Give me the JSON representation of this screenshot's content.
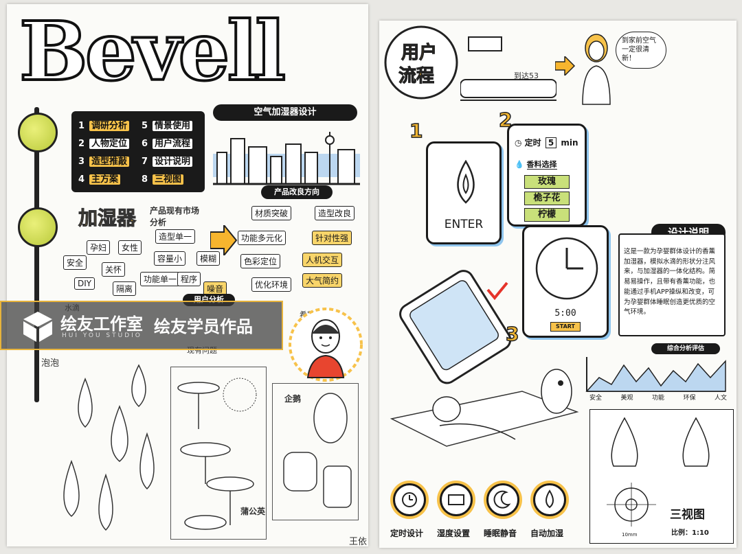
{
  "left_page": {
    "logo": "Bevell",
    "subtitle": "空气加湿器设计",
    "toc": [
      {
        "num": "1",
        "label": "调研分析"
      },
      {
        "num": "2",
        "label": "人物定位"
      },
      {
        "num": "3",
        "label": "造型推敲"
      },
      {
        "num": "4",
        "label": "主方案"
      },
      {
        "num": "5",
        "label": "情景使用"
      },
      {
        "num": "6",
        "label": "用户流程"
      },
      {
        "num": "7",
        "label": "设计说明"
      },
      {
        "num": "8",
        "label": "三视图"
      }
    ],
    "mindmap_title": "加湿器",
    "market_title": "产品现有市场分析",
    "mindmap_nodes": [
      "造型单一",
      "孕妇",
      "女性",
      "安全",
      "关怀",
      "容量小",
      "模糊",
      "DIY",
      "隔离",
      "功能单一",
      "程序",
      "噪音"
    ],
    "improve_title": "产品改良方向",
    "improve_nodes": [
      "材质突破",
      "造型改良",
      "功能多元化",
      "针对性强",
      "色彩定位",
      "人机交互",
      "优化环境",
      "大气简约"
    ],
    "user_analysis_title": "用户分析",
    "notes": [
      "水滴",
      "泡泡",
      "企鹅",
      "蒲公英",
      "希望",
      "现有问题"
    ],
    "signature": "王依"
  },
  "watermark": {
    "brand": "绘友工作室",
    "brand_en": "HUI YOU STUDIO",
    "caption": "绘友学员作品"
  },
  "right_page": {
    "title_line1": "用户",
    "title_line2": "流程",
    "speech": "到家前空气一定很清新！",
    "arrival": "到达53",
    "steps": [
      "1",
      "2",
      "3"
    ],
    "enter": "ENTER",
    "timer_label": "定时",
    "timer_value": "5",
    "timer_unit": "min",
    "scent_label": "香料选择",
    "scents": [
      "玫瑰",
      "桅子花",
      "柠檬"
    ],
    "clock_time": "5:00",
    "clock_start": "START",
    "design_title": "设计说明",
    "design_text": "这是一款为孕婴群体设计的香薰加湿器，模拟水滴的形状分注风来，与加湿器的一体化结构。简易易操作，且带有香薰功能，也能通过手机APP操纵和改变，可为孕婴群体睡眠创造更优质的空气环境。",
    "analysis_title": "综合分析评估",
    "analysis_axis": [
      "安全",
      "美观",
      "功能",
      "环保",
      "人文"
    ],
    "three_view_title": "三视图",
    "scale": "比例：1:10",
    "dimension": "10mm",
    "features": [
      "定时设计",
      "湿度设置",
      "睡眠静音",
      "自动加湿"
    ]
  }
}
